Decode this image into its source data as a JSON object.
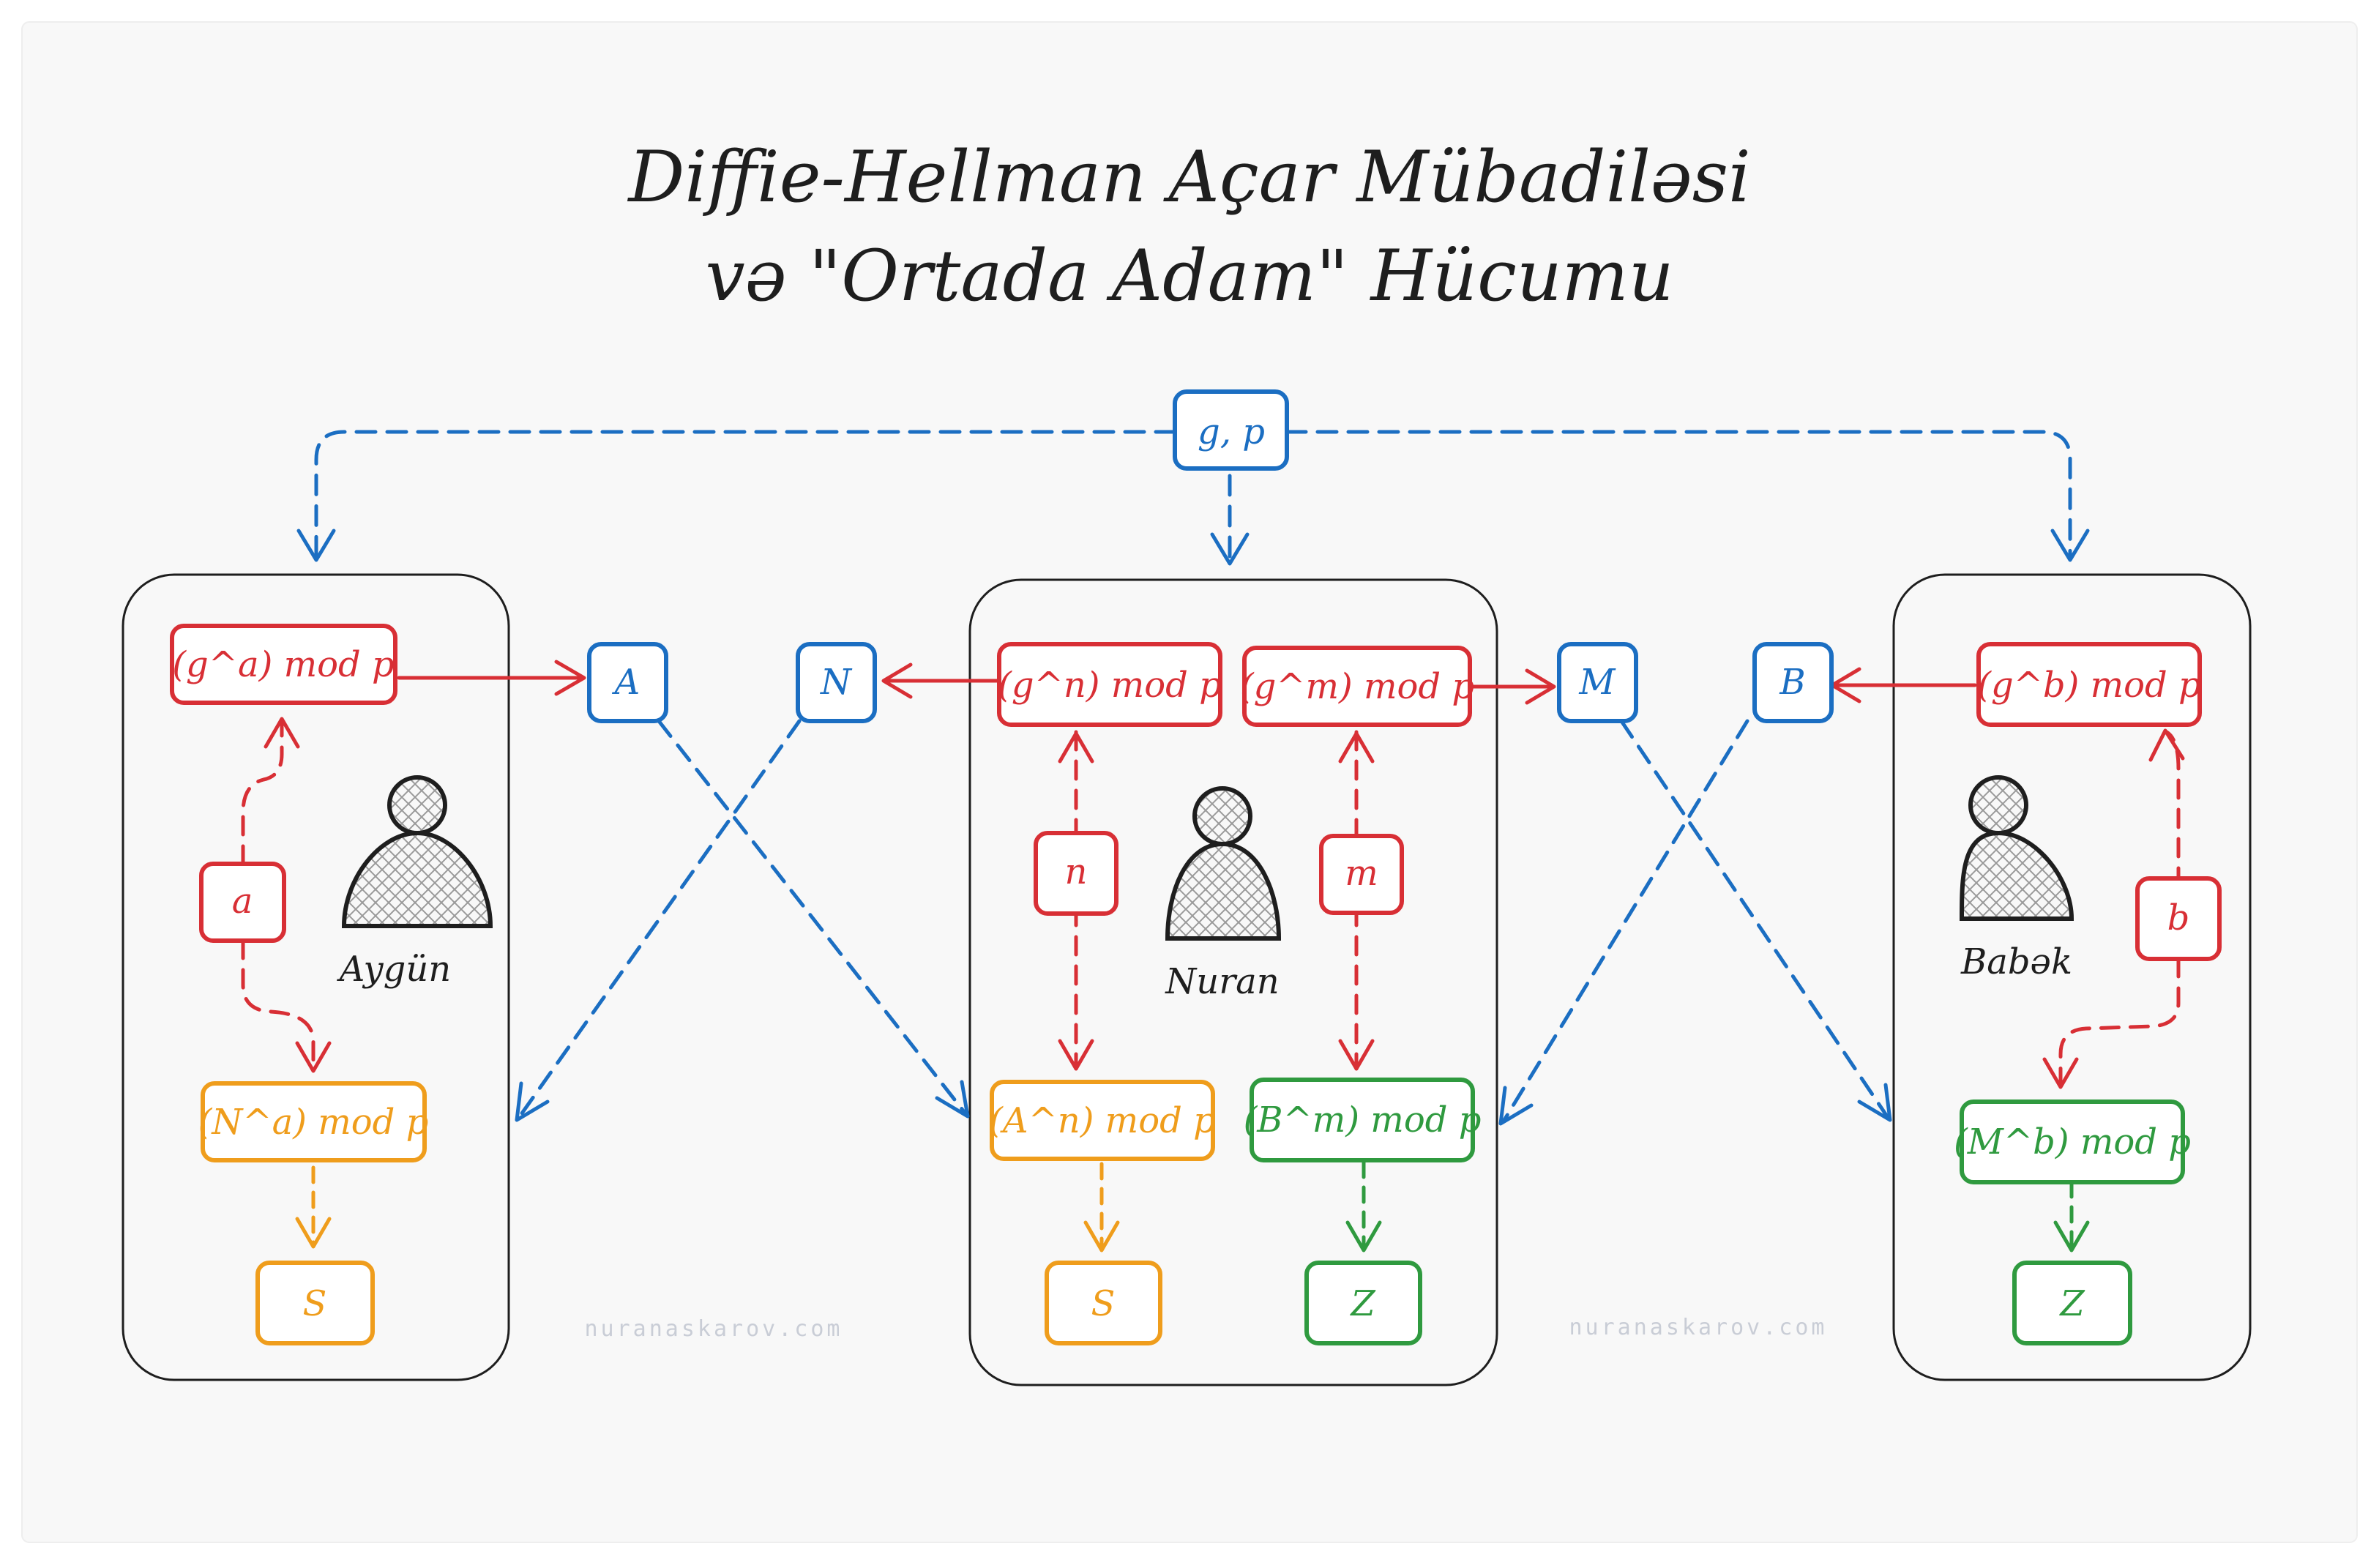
{
  "title": {
    "line1": "Diffie-Hellman Açar Mübadiləsi",
    "line2": "və \"Ortada Adam\" Hücumu"
  },
  "colors": {
    "red": "#d82f35",
    "blue": "#1b6ec2",
    "orange": "#ef9d1c",
    "green": "#2f9a3f",
    "ink": "#1e1e1e",
    "panel_bg": "#f7f7f7",
    "box_fill": "#ffffff"
  },
  "shared_params": {
    "label": "g, p"
  },
  "parties": [
    {
      "id": "aygun",
      "name": "Aygün",
      "public_calc": "(g^a) mod p",
      "secret": "a",
      "shared_calc": "(N^a) mod p",
      "shared_key": "S",
      "sends": "A",
      "receives": "N"
    },
    {
      "id": "nuran",
      "name": "Nuran",
      "public_calc_1": "(g^n) mod p",
      "public_calc_2": "(g^m) mod p",
      "secret_1": "n",
      "secret_2": "m",
      "shared_calc_1": "(A^n) mod p",
      "shared_calc_2": "(B^m) mod p",
      "shared_key_1": "S",
      "shared_key_2": "Z",
      "sends_1": "N",
      "sends_2": "M"
    },
    {
      "id": "babek",
      "name": "Babək",
      "public_calc": "(g^b) mod p",
      "secret": "b",
      "shared_calc": "(M^b) mod p",
      "shared_key": "Z",
      "sends": "B",
      "receives": "M"
    }
  ],
  "watermarks": [
    "nuranaskarov.com",
    "nuranaskarov.com"
  ],
  "icons": [
    "person-icon",
    "person-icon",
    "person-icon"
  ]
}
